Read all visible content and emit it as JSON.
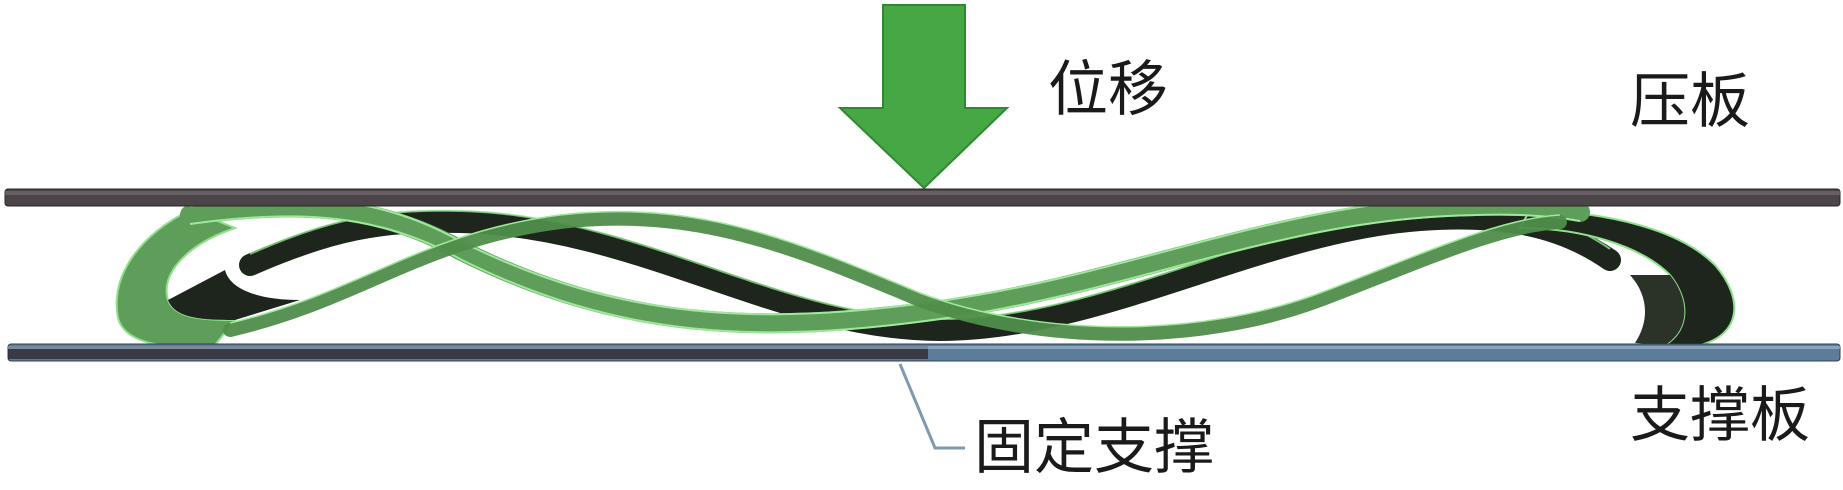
{
  "labels": {
    "displacement": "位移",
    "press_plate": "压板",
    "support_plate": "支撑板",
    "fixed_support": "固定支撑"
  },
  "colors": {
    "arrow": "#45a845",
    "ribbon_light": "#5f9d5a",
    "ribbon_dark": "#1e251c",
    "ribbon_edge": "#8fe08a",
    "plate": "#4b4448",
    "support_plate": "#5c7c99",
    "leader_line": "#7f99b0"
  }
}
